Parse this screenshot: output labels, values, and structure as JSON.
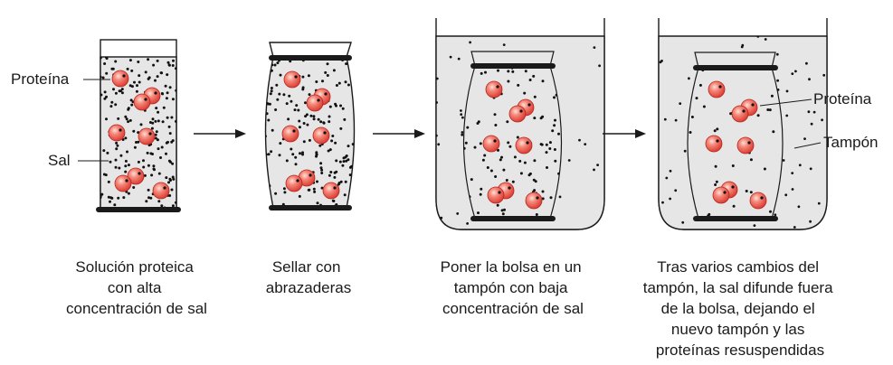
{
  "labels": {
    "protein_left": "Proteína",
    "salt_left": "Sal",
    "protein_right": "Proteína",
    "buffer_right": "Tampón"
  },
  "captions": {
    "step1": [
      "Solución proteica",
      "con alta",
      "concentración de sal"
    ],
    "step2": [
      "Sellar con",
      "abrazaderas"
    ],
    "step3": [
      "Poner la bolsa en un",
      "tampón con baja",
      "concentración de sal"
    ],
    "step4": [
      "Tras varios cambios del",
      "tampón, la sal difunde fuera",
      "de la bolsa, dejando el",
      "nuevo tampón y las",
      "proteínas resuspendidas"
    ]
  },
  "colors": {
    "solution_fill": "#e6e6e6",
    "outline": "#1a1a1a",
    "clamp": "#1a1a1a",
    "salt_dot": "#111111",
    "protein_fill": "#e8453c",
    "protein_highlight": "#f9b3a8",
    "arrow": "#1a1a1a"
  }
}
